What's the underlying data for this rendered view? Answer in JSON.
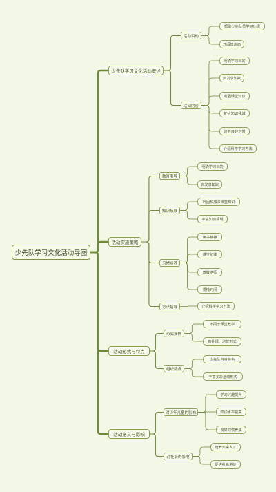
{
  "root": "少先队学习文化活动导图",
  "colors": {
    "line": "#6f8a3a",
    "border": "#8ea35c",
    "background": "#f3f7e6"
  },
  "branches": [
    {
      "label": "少先队学习文化活动概述",
      "children": [
        {
          "label": "活动目的",
          "children": [
            "帮助少先队员学好功课",
            "开阔知识面"
          ]
        },
        {
          "label": "活动内容",
          "children": [
            "明确学习目的",
            "启发求知欲",
            "巩固课堂知识",
            "扩大知识领域",
            "培养良好习惯",
            "介绍科学学习方法"
          ]
        }
      ]
    },
    {
      "label": "活动实施策略",
      "children": [
        {
          "label": "教育引导",
          "children": [
            "明确学习目的",
            "启发求知欲"
          ]
        },
        {
          "label": "知识拓展",
          "children": [
            "巩固和加深课堂知识",
            "丰富知识领域"
          ]
        },
        {
          "label": "习惯培养",
          "children": [
            "读书精神",
            "遵守纪律",
            "尊敬老师",
            "爱惜时间"
          ]
        },
        {
          "label": "方法指导",
          "children": [
            "介绍科学学习方法"
          ]
        }
      ]
    },
    {
      "label": "活动形式与特点",
      "children": [
        {
          "label": "形式多样",
          "children": [
            "不同于课堂教学",
            "有补课、培优形式"
          ]
        },
        {
          "label": "组织特点",
          "children": [
            "少先队自身特色",
            "丰富多彩活动形式"
          ]
        }
      ]
    },
    {
      "label": "活动意义与影响",
      "children": [
        {
          "label": "对少年儿童的影响",
          "children": [
            "学习兴趣提升",
            "知识水平提高",
            "良好习惯养成"
          ]
        },
        {
          "label": "对社会的影响",
          "children": [
            "培养未来人才",
            "促进社会进步"
          ]
        }
      ]
    }
  ]
}
